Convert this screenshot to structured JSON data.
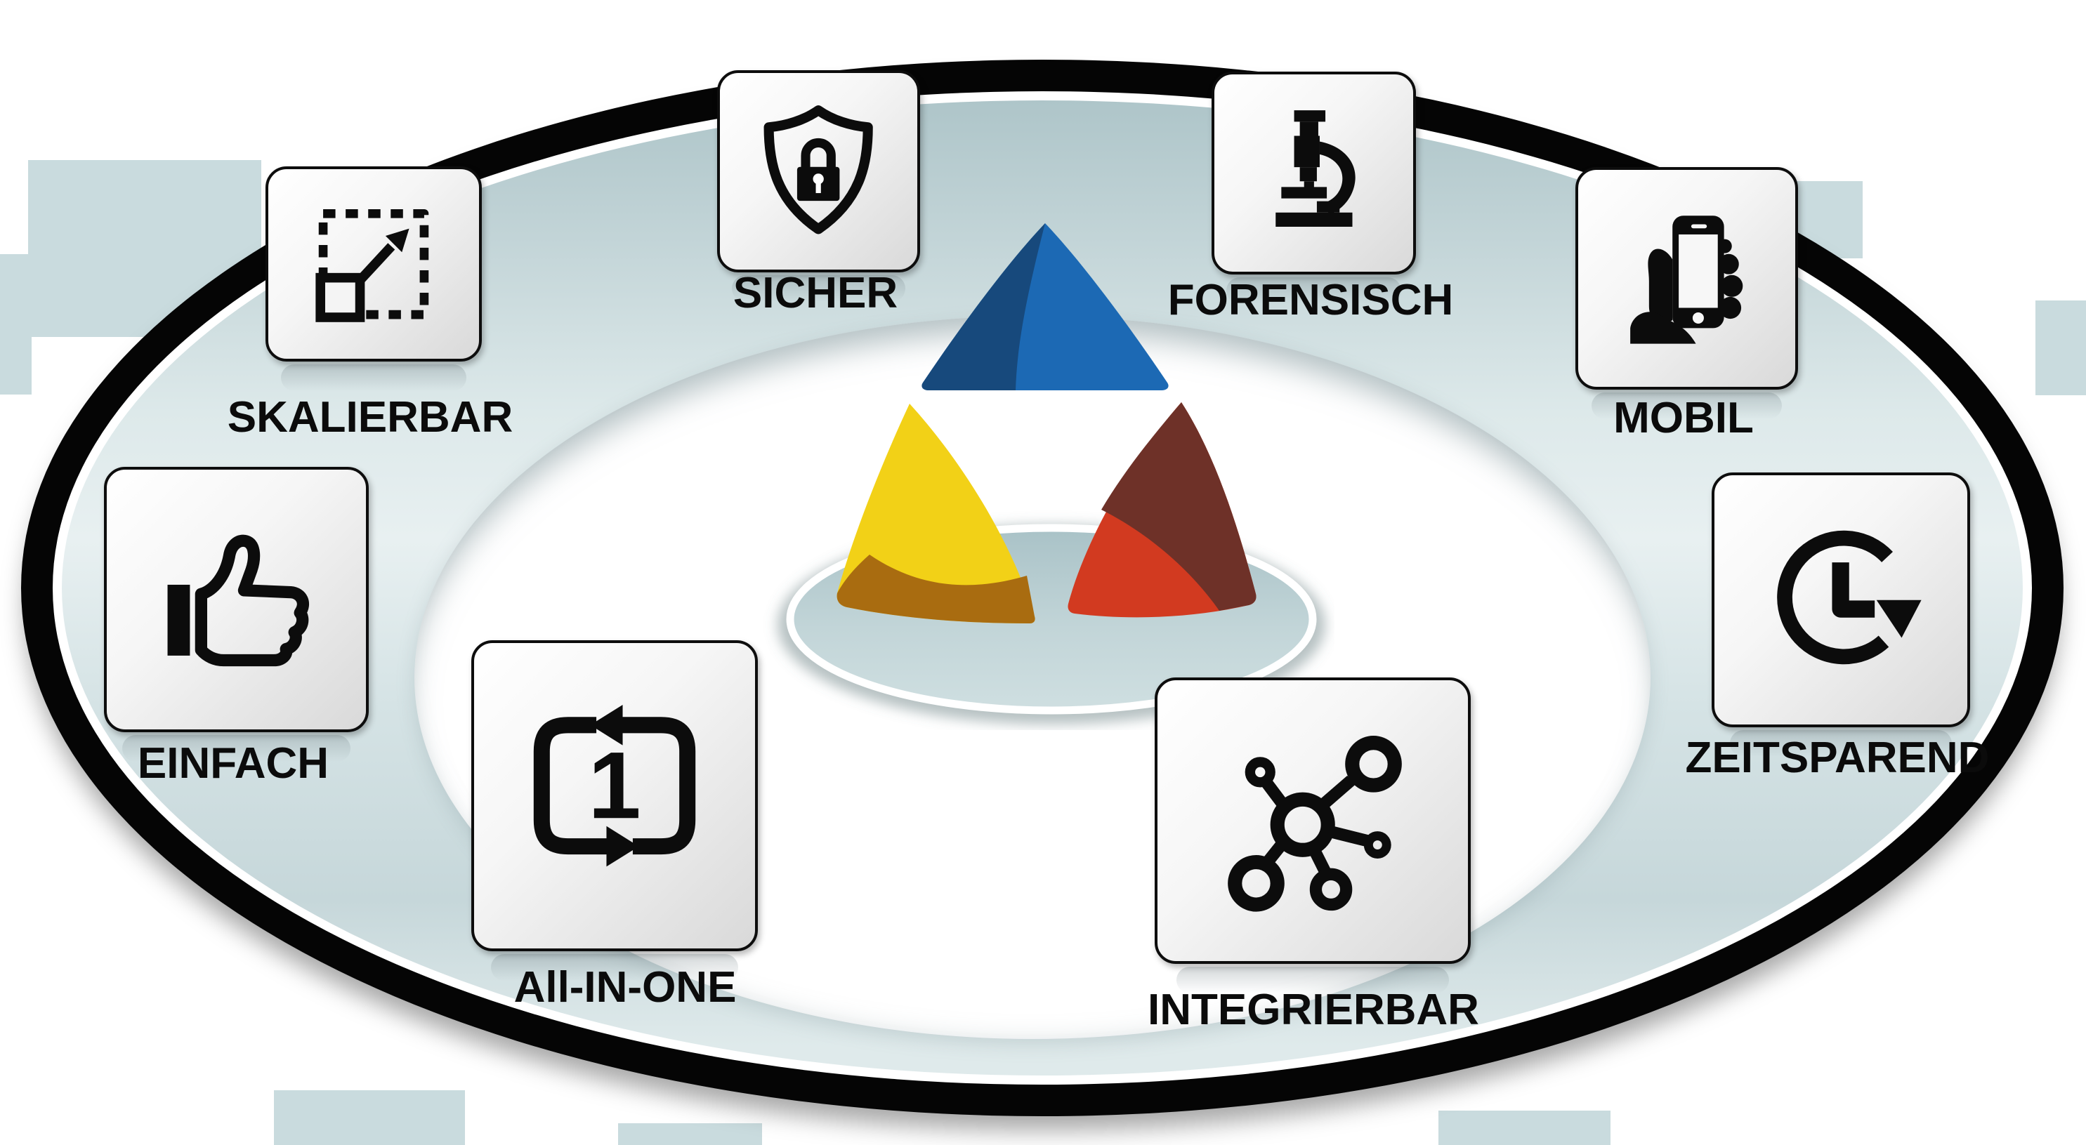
{
  "diagram": {
    "type": "feature-ring-infographic",
    "language": "de",
    "center": {
      "logo": "triangle-logo",
      "logo_colors": {
        "blue": "#1c69b4",
        "navy": "#17497c",
        "yellow": "#f2d117",
        "amber": "#a96c10",
        "red": "#d23a20",
        "maroon": "#6e3128"
      }
    },
    "colors": {
      "ring_black": "#050505",
      "pale_blue": "#c9dbde",
      "card_border": "#0d0d0d",
      "label_text": "#0b0b0b",
      "background": "#ffffff"
    }
  },
  "features": [
    {
      "id": "skalierbar",
      "label": "SKALIERBAR",
      "icon": "scale-box-arrow-icon"
    },
    {
      "id": "sicher",
      "label": "SICHER",
      "icon": "shield-lock-icon"
    },
    {
      "id": "forensisch",
      "label": "FORENSISCH",
      "icon": "microscope-icon"
    },
    {
      "id": "mobil",
      "label": "MOBIL",
      "icon": "hand-smartphone-icon"
    },
    {
      "id": "einfach",
      "label": "EINFACH",
      "icon": "thumbs-up-icon"
    },
    {
      "id": "all_in_one",
      "label": "All-IN-ONE",
      "icon": "loop-repeat-icon",
      "badge": "1"
    },
    {
      "id": "integrierbar",
      "label": "INTEGRIERBAR",
      "icon": "network-hub-icon"
    },
    {
      "id": "zeitsparend",
      "label": "ZEITSPAREND",
      "icon": "clock-history-icon"
    }
  ]
}
